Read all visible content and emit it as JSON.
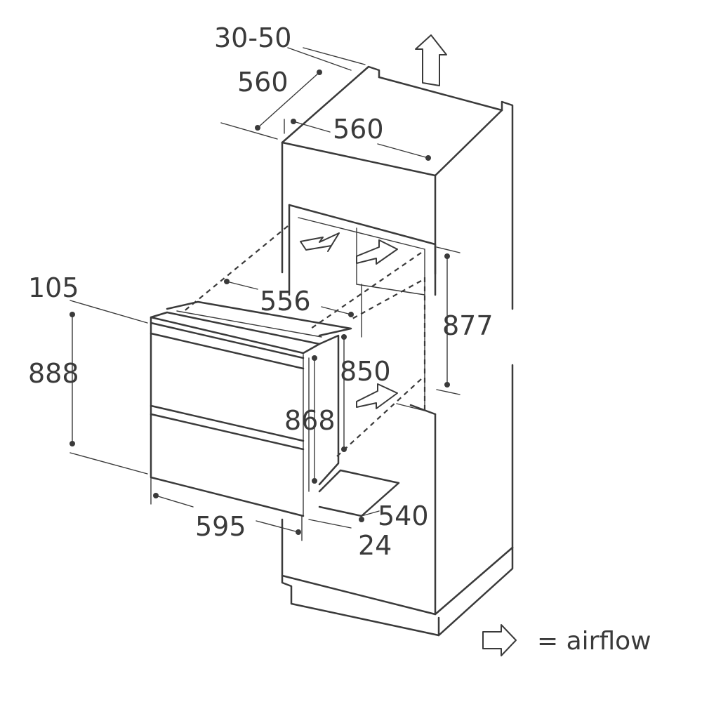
{
  "dimensions": {
    "top_gap": "30-50",
    "cabinet_depth": "560",
    "cabinet_width": "560",
    "niche_width": "556",
    "side_offset": "105",
    "drawer_height": "888",
    "niche_height_upper": "877",
    "niche_height_inner": "850",
    "frame_height": "868",
    "niche_depth": "540",
    "front_width": "595",
    "front_thickness": "24"
  },
  "legend": {
    "label": "= airflow",
    "icon": "outline-arrow-icon"
  }
}
